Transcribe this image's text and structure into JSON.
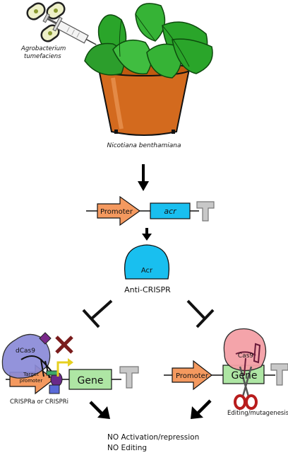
{
  "labels": {
    "agrobacterium_line1": "Agrobacterium",
    "agrobacterium_line2": "tumefaciens",
    "plant_species": "Nicotiana benthamiana",
    "construct_promoter": "Promoter",
    "construct_gene": "acr",
    "acr_protein": "Acr",
    "anti_crispr": "Anti-CRISPR",
    "left_dcas9": "dCas9",
    "left_target_promoter_line1": "Target",
    "left_target_promoter_line2": "promoter",
    "left_gene": "Gene",
    "left_caption": "CRISPRa or CRISPRi",
    "right_promoter": "Promoter",
    "right_cas9": "Cas9",
    "right_gene": "Gene",
    "right_caption": "Editing/mutagenesis",
    "outcome_line1": "NO Activation/repression",
    "outcome_line2": "NO Editing"
  },
  "colors": {
    "promoter_fill": "#f4995f",
    "acr_fill": "#19bfef",
    "gene_fill": "#aee6a4",
    "terminator_fill": "#c8c8c8",
    "dcas9_fill": "#8a8ad8",
    "cas9_fill": "#f4a0a6",
    "pot_fill": "#d36a1e",
    "leaf_fill": "#2aa52a",
    "x_mark": "#7a1c1c",
    "scissors": "#b81c1c"
  },
  "icons": {
    "syringe": "syringe-icon",
    "scissors": "scissors-icon",
    "block": "inhibition-bar-icon",
    "arrow": "arrow-icon"
  }
}
